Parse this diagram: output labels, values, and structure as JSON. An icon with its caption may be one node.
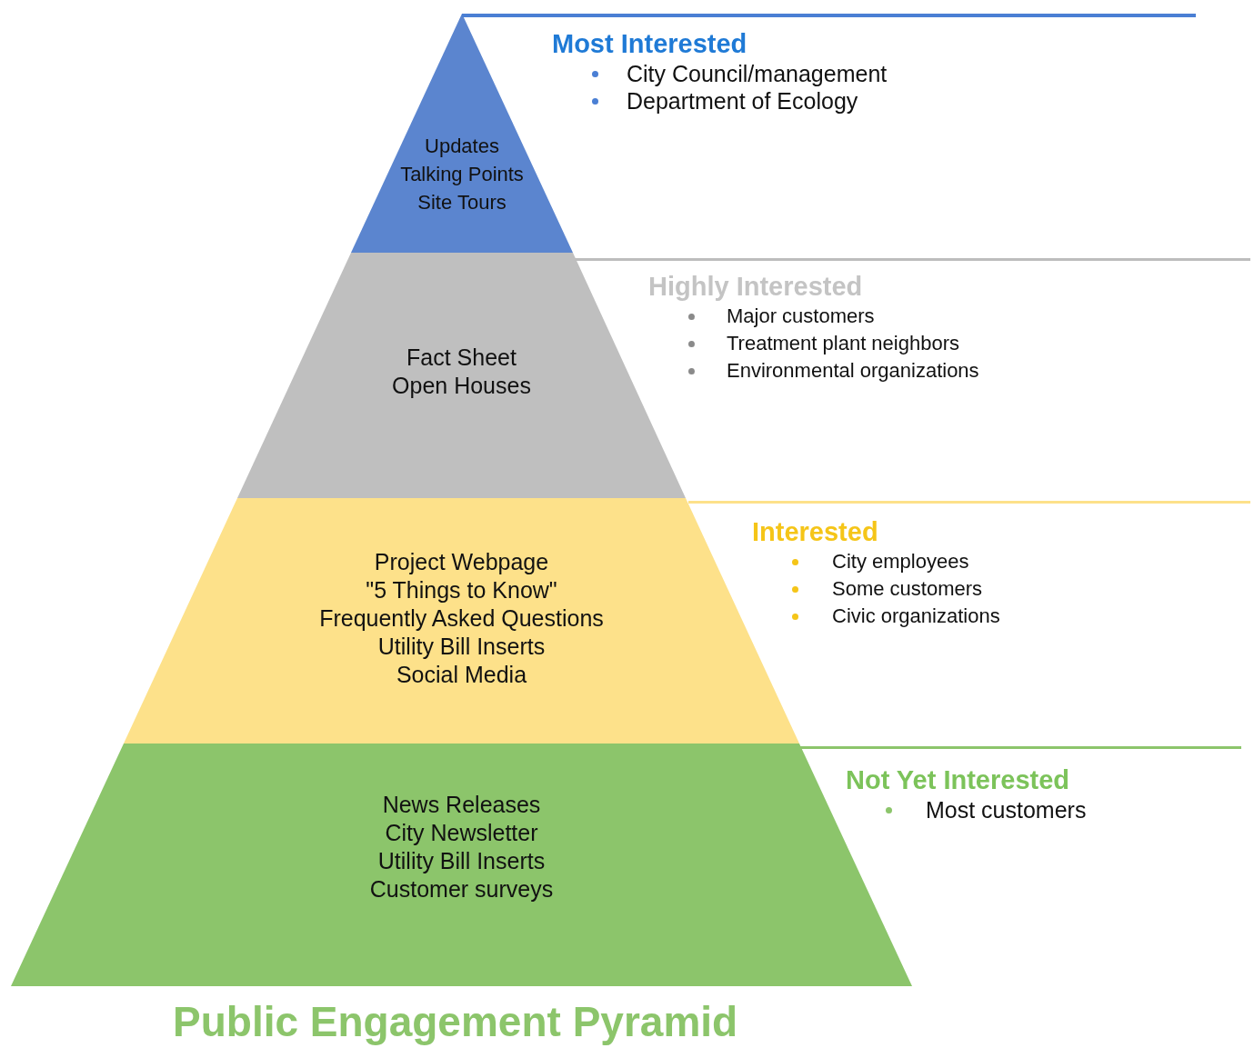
{
  "diagram": {
    "title": "Public Engagement Pyramid",
    "nodes": [
      {
        "text": [
          "Updates",
          "Talking Points",
          "Site Tours"
        ],
        "beside": [
          "Most Interested",
          "City Council/management",
          "Department of Ecology"
        ]
      },
      {
        "text": [
          "Fact Sheet",
          "Open Houses"
        ],
        "beside": [
          "Highly Interested",
          "Major customers",
          "Treatment plant neighbors",
          "Environmental organizations"
        ]
      },
      {
        "text": [
          "Project Webpage",
          "\"5 Things to Know\"",
          "Frequently Asked Questions",
          "Utility Bill Inserts",
          "Social Media"
        ],
        "beside": [
          "Interested",
          "City employees",
          "Some customers",
          "Civic organizations"
        ]
      },
      {
        "text": [
          "News Releases",
          "City Newsletter",
          "Utility Bill Inserts",
          "Customer surveys"
        ],
        "beside": [
          "Not Yet Interested",
          "Most customers"
        ]
      }
    ]
  }
}
